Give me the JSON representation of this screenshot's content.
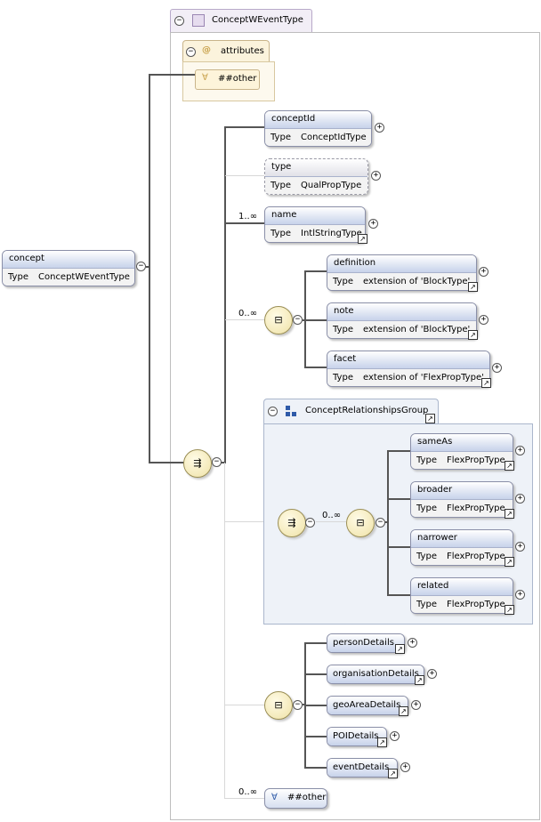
{
  "complex_type": {
    "name": "ConceptWEventType"
  },
  "attributes": {
    "label": "attributes",
    "any_attribute": "##other"
  },
  "root": {
    "name": "concept",
    "type_label": "Type",
    "type": "ConceptWEventType"
  },
  "elements": {
    "conceptId": {
      "name": "conceptId",
      "type_label": "Type",
      "type": "ConceptIdType"
    },
    "type": {
      "name": "type",
      "type_label": "Type",
      "type": "QualPropType"
    },
    "name": {
      "name": "name",
      "type_label": "Type",
      "type": "IntlStringType",
      "cardinality": "1..∞"
    },
    "choice1_cardinality": "0..∞",
    "definition": {
      "name": "definition",
      "type_label": "Type",
      "type": "extension of 'BlockType'"
    },
    "note": {
      "name": "note",
      "type_label": "Type",
      "type": "extension of 'BlockType'"
    },
    "facet": {
      "name": "facet",
      "type_label": "Type",
      "type": "extension of 'FlexPropType'"
    }
  },
  "group": {
    "name": "ConceptRelationshipsGroup",
    "choice_cardinality": "0..∞",
    "items": [
      {
        "name": "sameAs",
        "type_label": "Type",
        "type": "FlexPropType"
      },
      {
        "name": "broader",
        "type_label": "Type",
        "type": "FlexPropType"
      },
      {
        "name": "narrower",
        "type_label": "Type",
        "type": "FlexPropType"
      },
      {
        "name": "related",
        "type_label": "Type",
        "type": "FlexPropType"
      }
    ]
  },
  "details": [
    {
      "name": "personDetails"
    },
    {
      "name": "organisationDetails"
    },
    {
      "name": "geoAreaDetails"
    },
    {
      "name": "POIDetails"
    },
    {
      "name": "eventDetails"
    }
  ],
  "any_element": {
    "cardinality": "0..∞",
    "namespace": "##other"
  },
  "icons": {
    "attributes": "at-sign-icon",
    "any": "wildcard-icon",
    "sequence": "sequence-icon",
    "choice": "choice-icon",
    "group": "group-icon"
  }
}
